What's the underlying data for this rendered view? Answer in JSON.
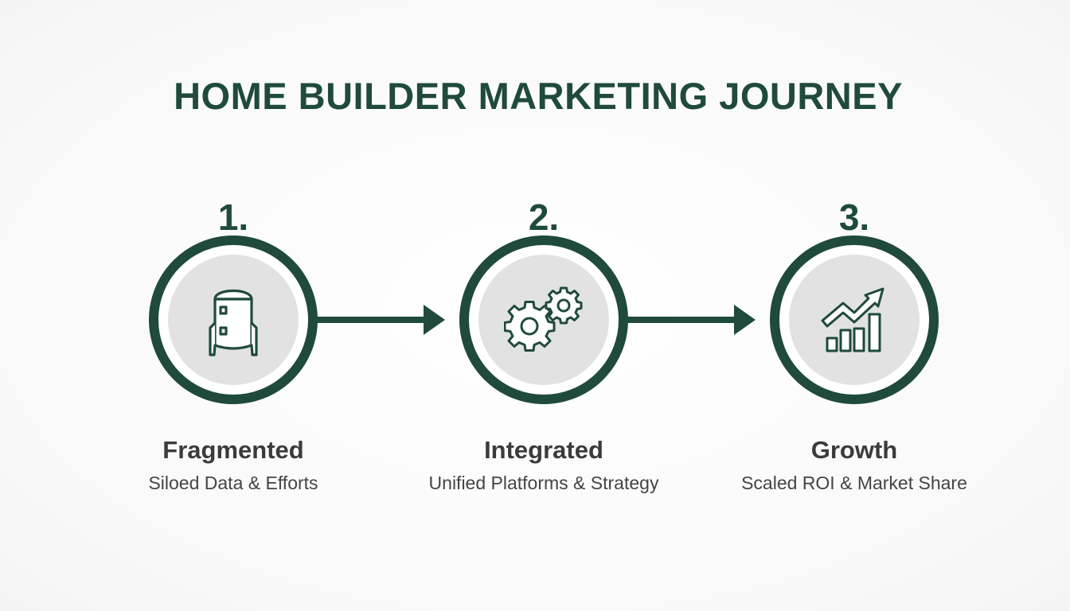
{
  "title": "HOME BUILDER MARKETING JOURNEY",
  "colors": {
    "accent": "#1f4a3c",
    "disc": "#e2e2e2",
    "label": "#3b3b3b",
    "description": "#444444",
    "background": "#fbfbfb"
  },
  "steps": [
    {
      "number": "1.",
      "icon": "silo-icon",
      "label": "Fragmented",
      "description": "Siloed Data & Efforts"
    },
    {
      "number": "2.",
      "icon": "gears-icon",
      "label": "Integrated",
      "description": "Unified Platforms & Strategy"
    },
    {
      "number": "3.",
      "icon": "growth-chart-icon",
      "label": "Growth",
      "description": "Scaled ROI & Market Share"
    }
  ],
  "connectors": [
    {
      "from": "1",
      "to": "2",
      "icon": "arrow-right-icon"
    },
    {
      "from": "2",
      "to": "3",
      "icon": "arrow-right-icon"
    }
  ]
}
